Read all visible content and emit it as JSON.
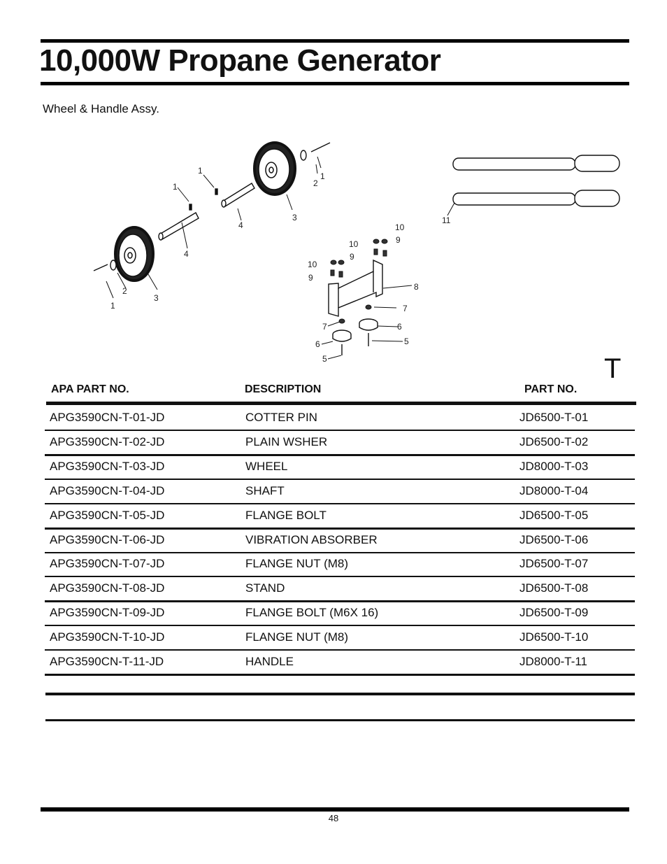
{
  "page": {
    "title": "10,000W Propane Generator",
    "subtitle": "Wheel & Handle Assy.",
    "section_letter": "T",
    "page_number": "48"
  },
  "callouts": [
    "1",
    "2",
    "3",
    "4",
    "5",
    "6",
    "7",
    "8",
    "9",
    "10",
    "11"
  ],
  "table": {
    "headers": {
      "apa_part_no": "APA PART NO.",
      "description": "DESCRIPTION",
      "part_no": "PART NO."
    },
    "rows": [
      {
        "apa": "APG3590CN-T-01-JD",
        "desc": "COTTER PIN",
        "part": "JD6500-T-01"
      },
      {
        "apa": "APG3590CN-T-02-JD",
        "desc": "PLAIN WSHER",
        "part": "JD6500-T-02"
      },
      {
        "apa": "APG3590CN-T-03-JD",
        "desc": "WHEEL",
        "part": "JD8000-T-03"
      },
      {
        "apa": "APG3590CN-T-04-JD",
        "desc": "SHAFT",
        "part": "JD8000-T-04"
      },
      {
        "apa": "APG3590CN-T-05-JD",
        "desc": "FLANGE BOLT",
        "part": "JD6500-T-05"
      },
      {
        "apa": "APG3590CN-T-06-JD",
        "desc": "VIBRATION ABSORBER",
        "part": "JD6500-T-06"
      },
      {
        "apa": "APG3590CN-T-07-JD",
        "desc": "FLANGE NUT (M8)",
        "part": "JD6500-T-07"
      },
      {
        "apa": "APG3590CN-T-08-JD",
        "desc": "STAND",
        "part": "JD6500-T-08"
      },
      {
        "apa": "APG3590CN-T-09-JD",
        "desc": "FLANGE BOLT (M6X 16)",
        "part": "JD6500-T-09"
      },
      {
        "apa": "APG3590CN-T-10-JD",
        "desc": "FLANGE NUT (M8)",
        "part": "JD6500-T-10"
      },
      {
        "apa": "APG3590CN-T-11-JD",
        "desc": "HANDLE",
        "part": "JD8000-T-11"
      }
    ]
  }
}
